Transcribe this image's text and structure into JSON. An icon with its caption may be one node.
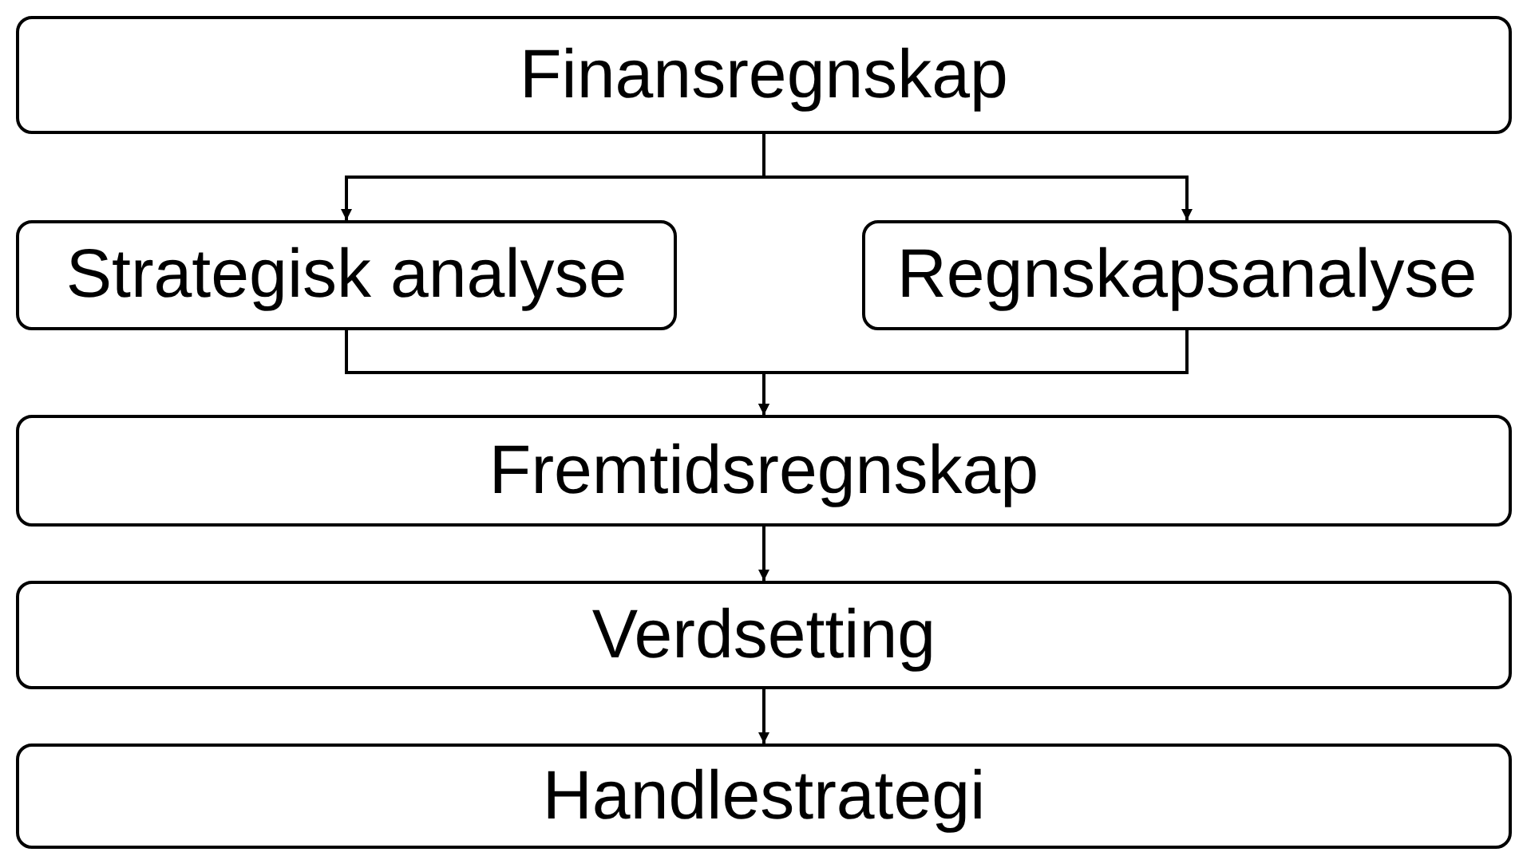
{
  "diagram": {
    "nodes": [
      {
        "text": [
          "Finansregnskap"
        ]
      },
      {
        "text": [
          "Strategisk analyse"
        ]
      },
      {
        "text": [
          "Regnskapsanalyse"
        ]
      },
      {
        "text": [
          "Fremtidsregnskap"
        ]
      },
      {
        "text": [
          "Verdsetting"
        ]
      },
      {
        "text": [
          "Handlestrategi"
        ]
      }
    ],
    "edges": [
      {
        "from": 0,
        "to": 1,
        "arrow": "to"
      },
      {
        "from": 0,
        "to": 2,
        "arrow": "to"
      },
      {
        "from": 1,
        "to": 3,
        "arrow": "to"
      },
      {
        "from": 2,
        "to": 3,
        "arrow": "to"
      },
      {
        "from": 3,
        "to": 4,
        "arrow": "to"
      },
      {
        "from": 4,
        "to": 5,
        "arrow": "to"
      }
    ]
  }
}
